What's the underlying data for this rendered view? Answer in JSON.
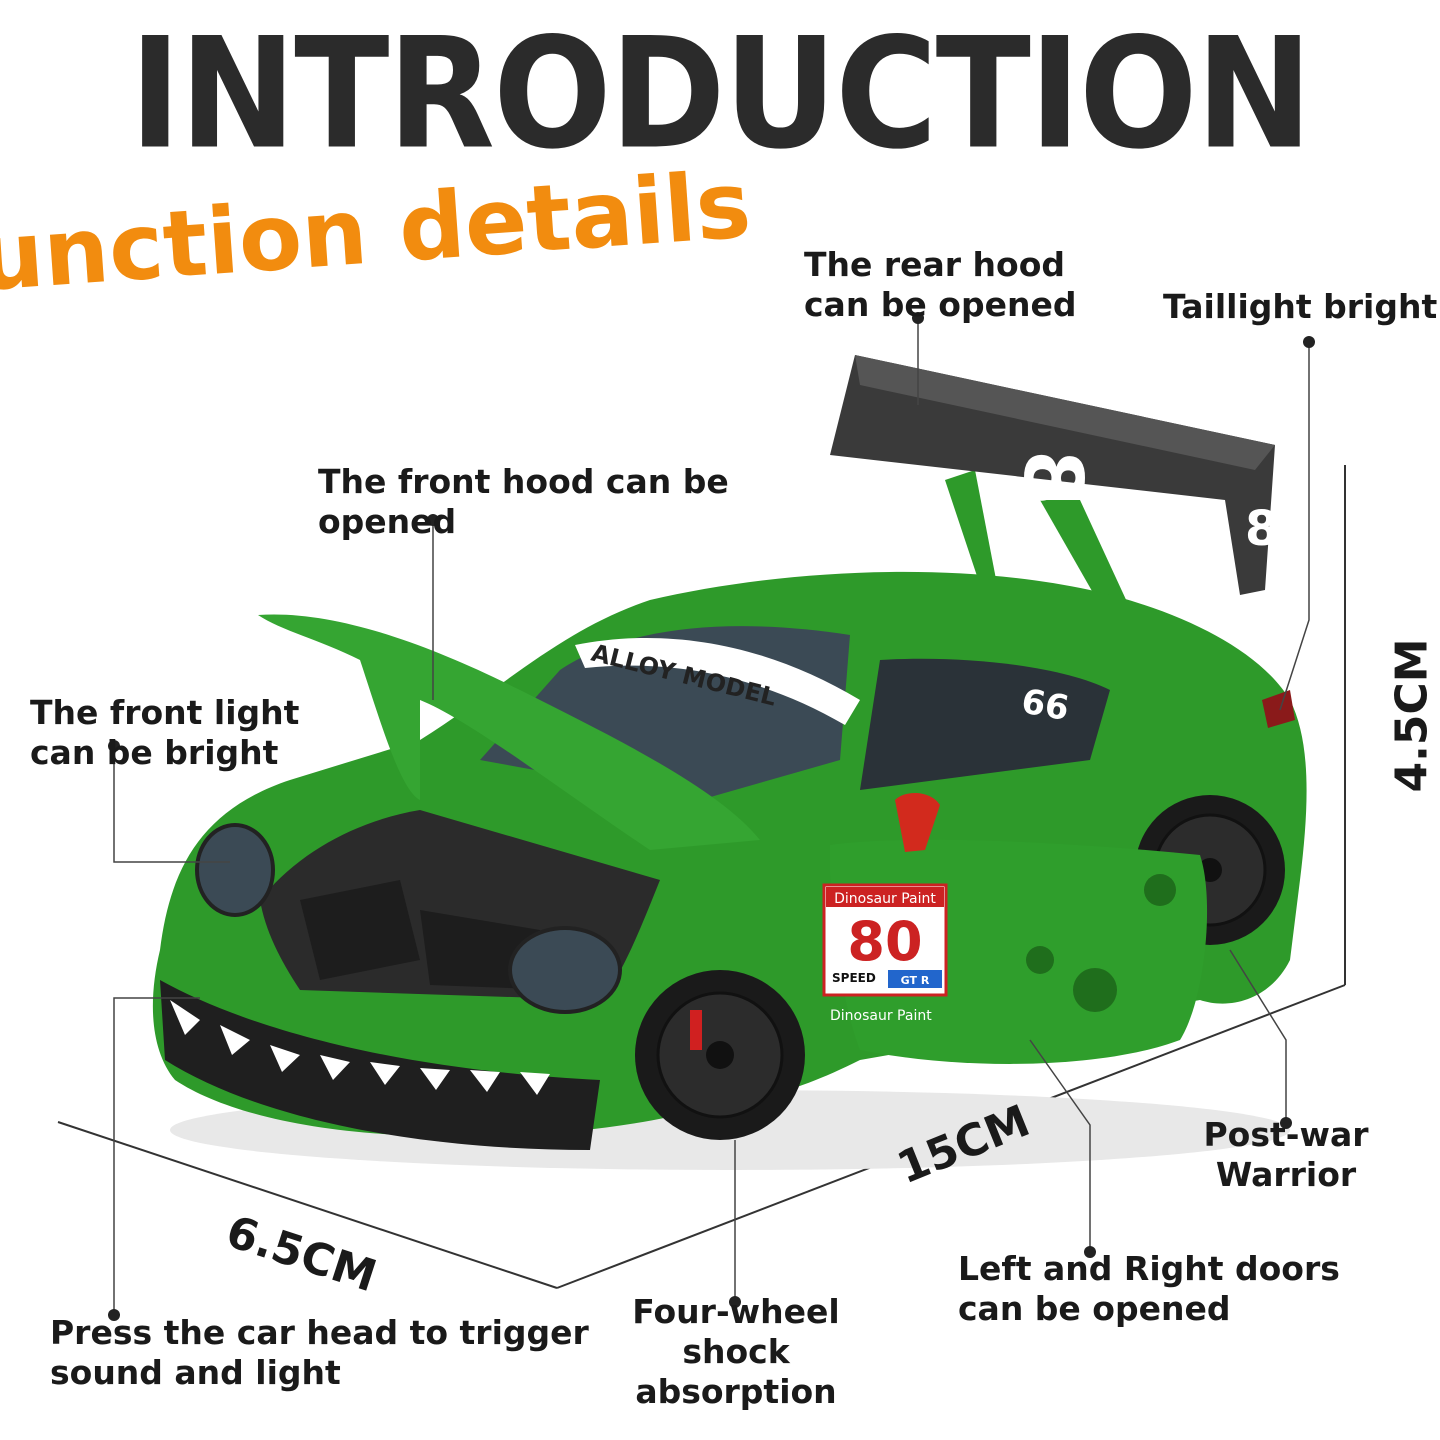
{
  "header": {
    "title": "INTRODUCTION",
    "subtitle": "unction details"
  },
  "callouts": {
    "rear_hood": "The rear hood\ncan be opened",
    "taillight": "Taillight bright",
    "front_hood": "The front hood can be\nopened",
    "front_light": "The front light\ncan be bright",
    "post_war": "Post-war\nWarrior",
    "doors": "Left and Right doors\ncan be opened",
    "shock": "Four-wheel\nshock\nabsorption",
    "head_trigger": "Press the car head to trigger\nsound and light"
  },
  "dimensions": {
    "height": "4.5CM",
    "length": "15CM",
    "width": "6.5CM"
  },
  "car": {
    "windshield_text": "ALLOY MODEL",
    "door_badge_top": "Dinosaur Paint",
    "door_number": "80",
    "door_badge_speed": "SPEED",
    "door_badge_gt": "GT R",
    "door_badge_bottom": "Dinosaur Paint",
    "side_number": "66",
    "wing_number": "8"
  },
  "colors": {
    "body_green": "#2e9a2a",
    "accent_orange": "#f28c0f",
    "text_dark": "#1a1a1a"
  }
}
